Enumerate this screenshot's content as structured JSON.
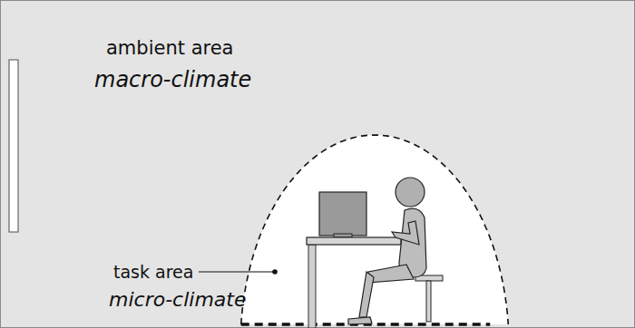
{
  "diagram": {
    "nodes": [
      {
        "text": [
          "ambient area",
          "macro-climate"
        ]
      },
      {
        "text": [
          "task area",
          "micro-climate"
        ],
        "in": 0
      }
    ]
  }
}
